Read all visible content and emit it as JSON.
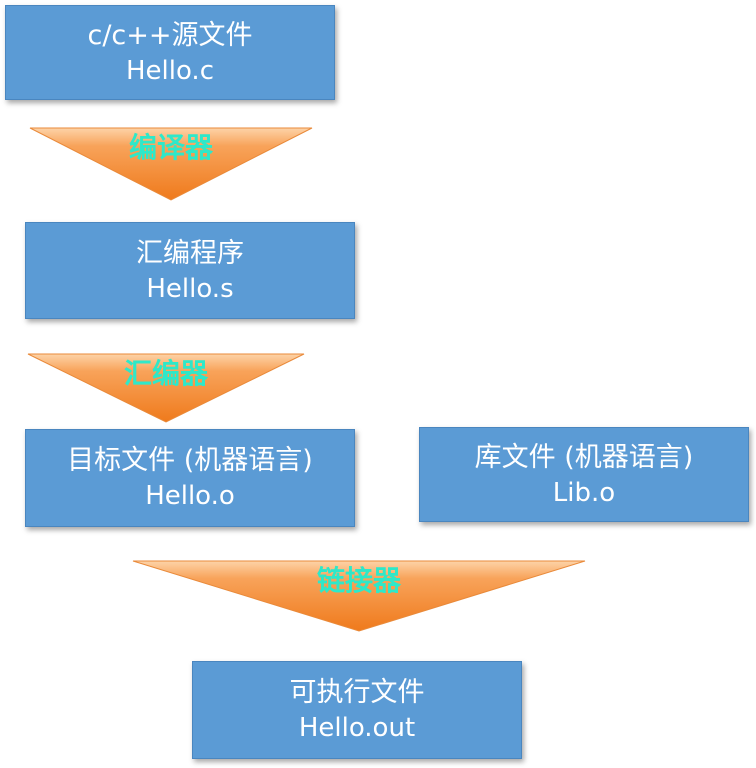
{
  "colors": {
    "box_fill": "#5b9bd5",
    "box_text": "#ffffff",
    "arrow_fill": "#f7913d",
    "arrow_label": "#2ee8c9"
  },
  "source_file": {
    "title": "c/c++源文件",
    "filename": "Hello.c"
  },
  "compiler": {
    "label": "编译器"
  },
  "assembly_program": {
    "title": "汇编程序",
    "filename": "Hello.s"
  },
  "assembler": {
    "label": "汇编器"
  },
  "object_file": {
    "title": "目标文件 (机器语言)",
    "filename": "Hello.o"
  },
  "library_file": {
    "title": "库文件 (机器语言)",
    "filename": "Lib.o"
  },
  "linker": {
    "label": "链接器"
  },
  "executable_file": {
    "title": "可执行文件",
    "filename": "Hello.out"
  }
}
